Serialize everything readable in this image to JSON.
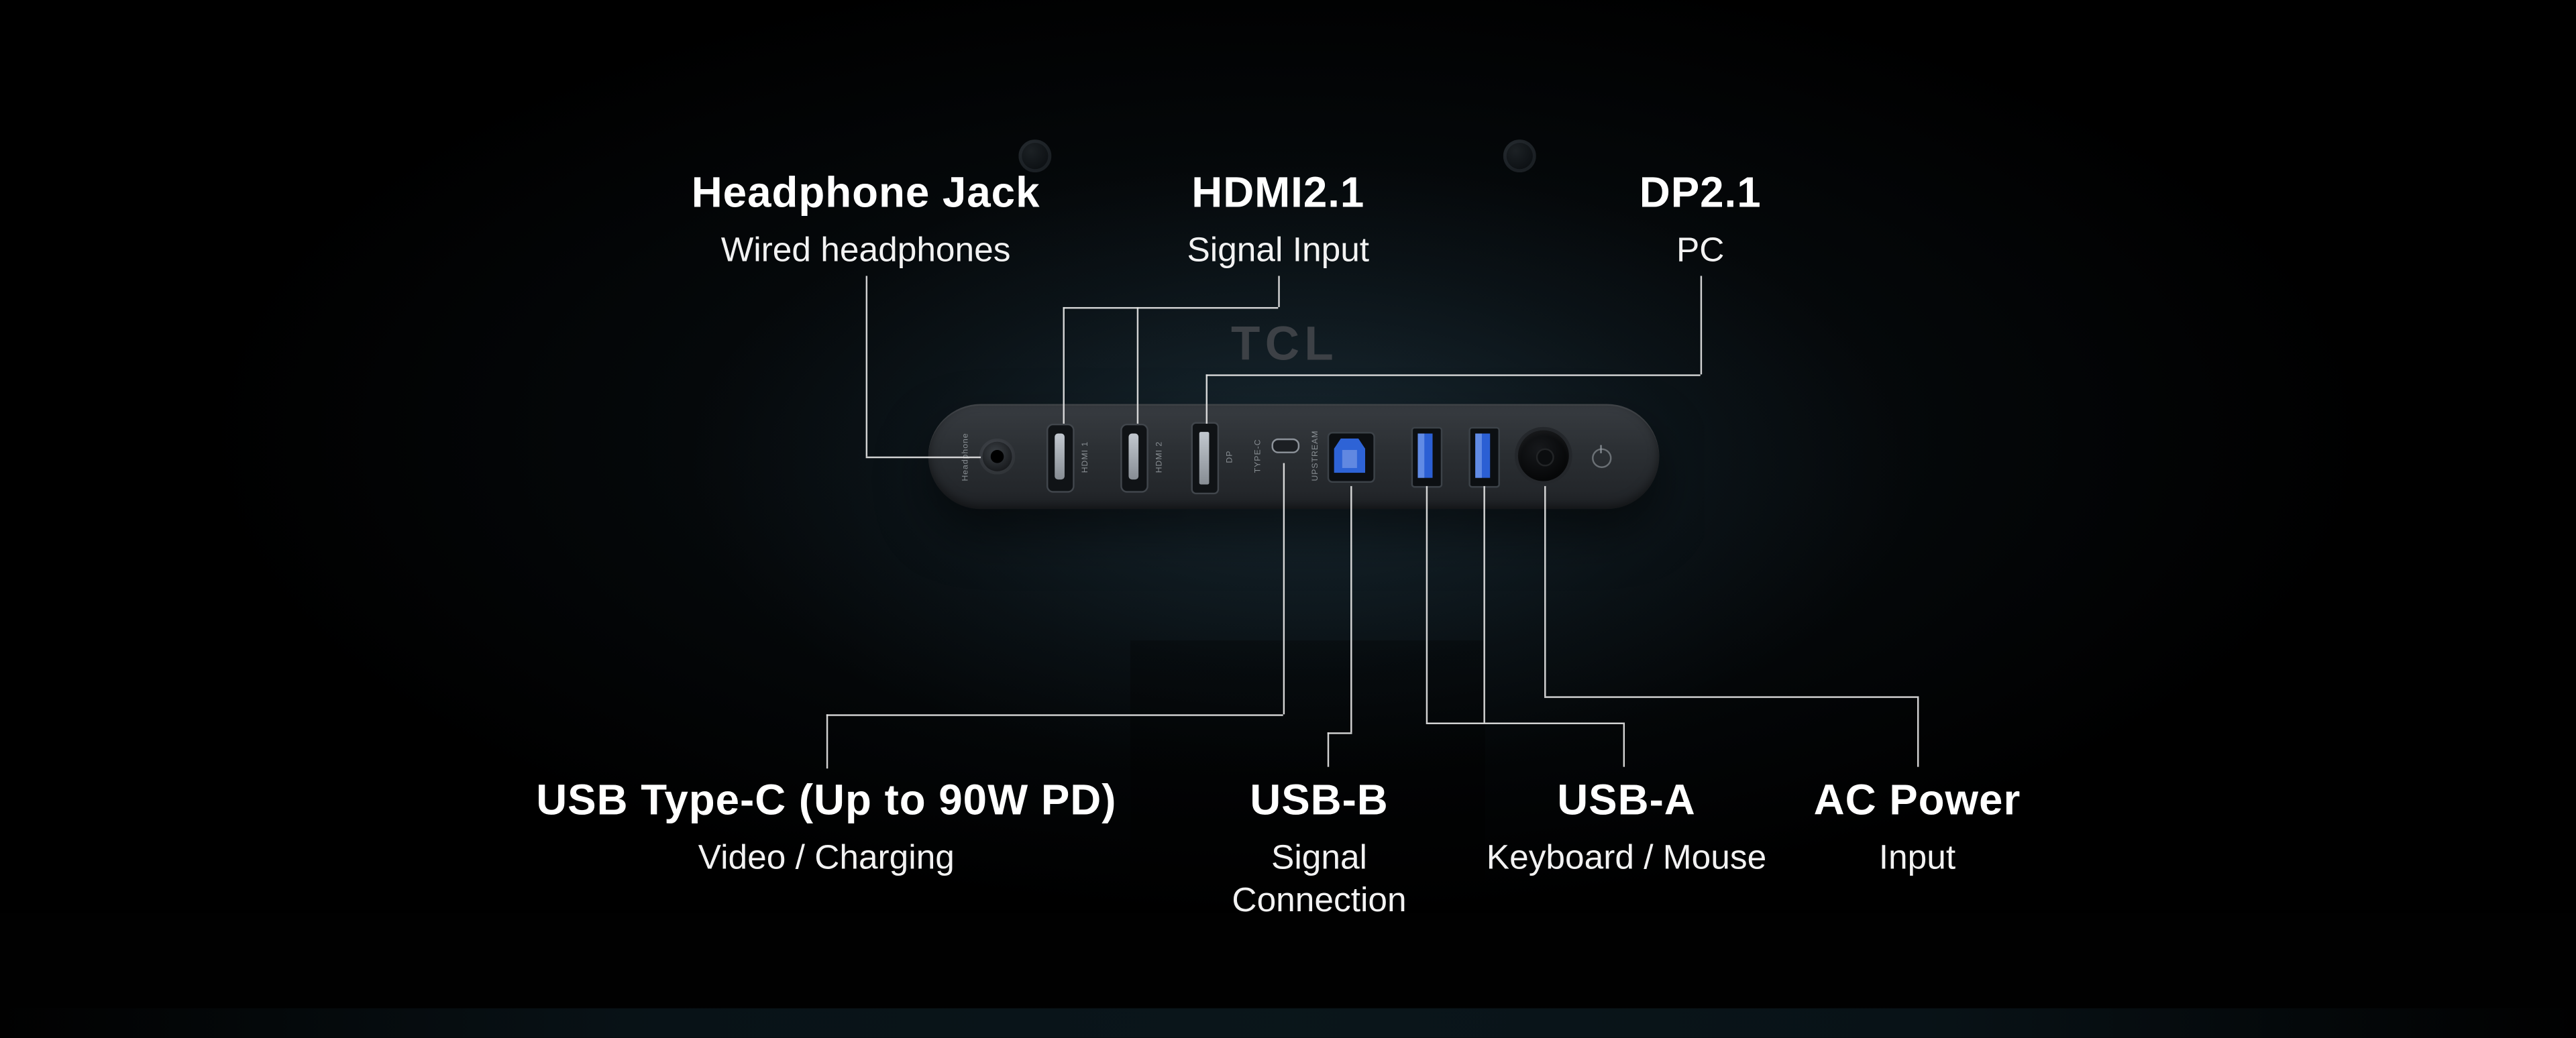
{
  "brand": {
    "logo_text": "TCL"
  },
  "callouts": {
    "headphone": {
      "title": "Headphone Jack",
      "subtitle": "Wired headphones"
    },
    "hdmi": {
      "title": "HDMI2.1",
      "subtitle": "Signal Input"
    },
    "dp": {
      "title": "DP2.1",
      "subtitle": "PC"
    },
    "typec": {
      "title": "USB Type-C (Up to 90W PD)",
      "subtitle": "Video / Charging"
    },
    "usbb": {
      "title": "USB-B",
      "subtitle": "Signal Connection"
    },
    "usba": {
      "title": "USB-A",
      "subtitle": "Keyboard / Mouse"
    },
    "ac": {
      "title": "AC Power",
      "subtitle": "Input"
    }
  },
  "port_labels": {
    "headphone": "Headphone",
    "hdmi1": "HDMI 1",
    "hdmi2": "HDMI 2",
    "dp": "DP",
    "typec": "TYPE-C",
    "usbb": "UPSTREAM"
  },
  "colors": {
    "background": "#000000",
    "glow": "#23414f",
    "panel": "#2a2e32",
    "usb_blue": "#2e63d6",
    "callout_line": "#e4e4e4",
    "title_text": "#ffffff",
    "subtitle_text": "#f2f2f2",
    "logo_text_color": "#3d4146"
  }
}
